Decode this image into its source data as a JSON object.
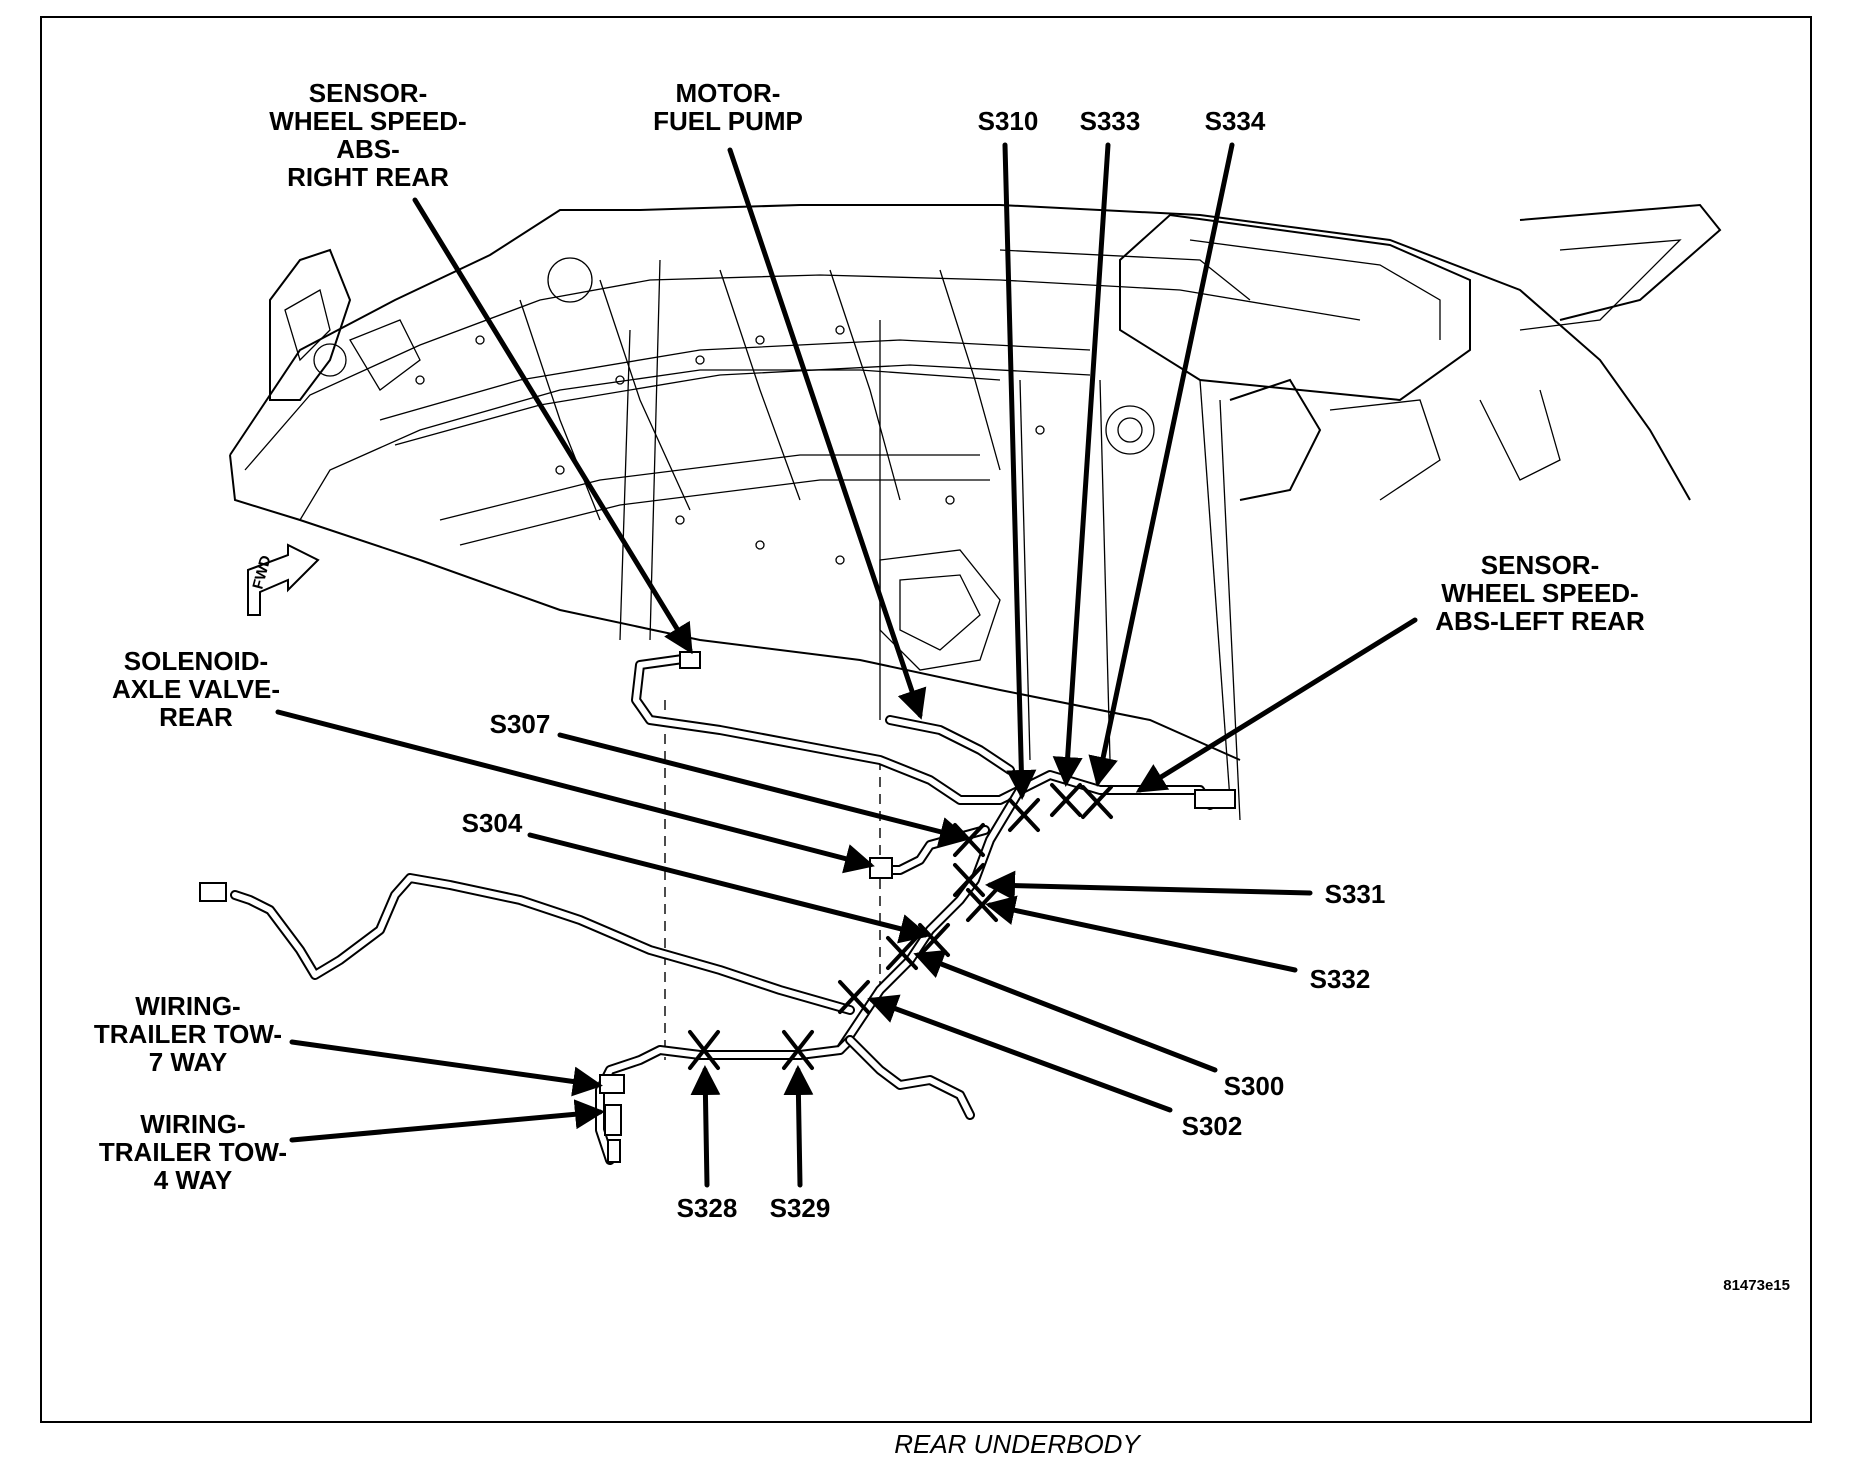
{
  "diagram": {
    "caption": "REAR UNDERBODY",
    "figure_id": "81473e15",
    "fwd_label": "FWD",
    "callouts": {
      "sensor_right_rear": [
        "SENSOR-",
        "WHEEL SPEED-",
        "ABS-",
        "RIGHT REAR"
      ],
      "motor_fuel_pump": [
        "MOTOR-",
        "FUEL PUMP"
      ],
      "sensor_left_rear": [
        "SENSOR-",
        "WHEEL SPEED-",
        "ABS-LEFT REAR"
      ],
      "solenoid_axle_valve": [
        "SOLENOID-",
        "AXLE VALVE-",
        "REAR"
      ],
      "trailer_tow_7": [
        "WIRING-",
        "TRAILER TOW-",
        "7 WAY"
      ],
      "trailer_tow_4": [
        "WIRING-",
        "TRAILER TOW-",
        "4 WAY"
      ]
    },
    "splices": {
      "s310": "S310",
      "s333": "S333",
      "s334": "S334",
      "s307": "S307",
      "s304": "S304",
      "s331": "S331",
      "s332": "S332",
      "s300": "S300",
      "s302": "S302",
      "s328": "S328",
      "s329": "S329"
    }
  }
}
